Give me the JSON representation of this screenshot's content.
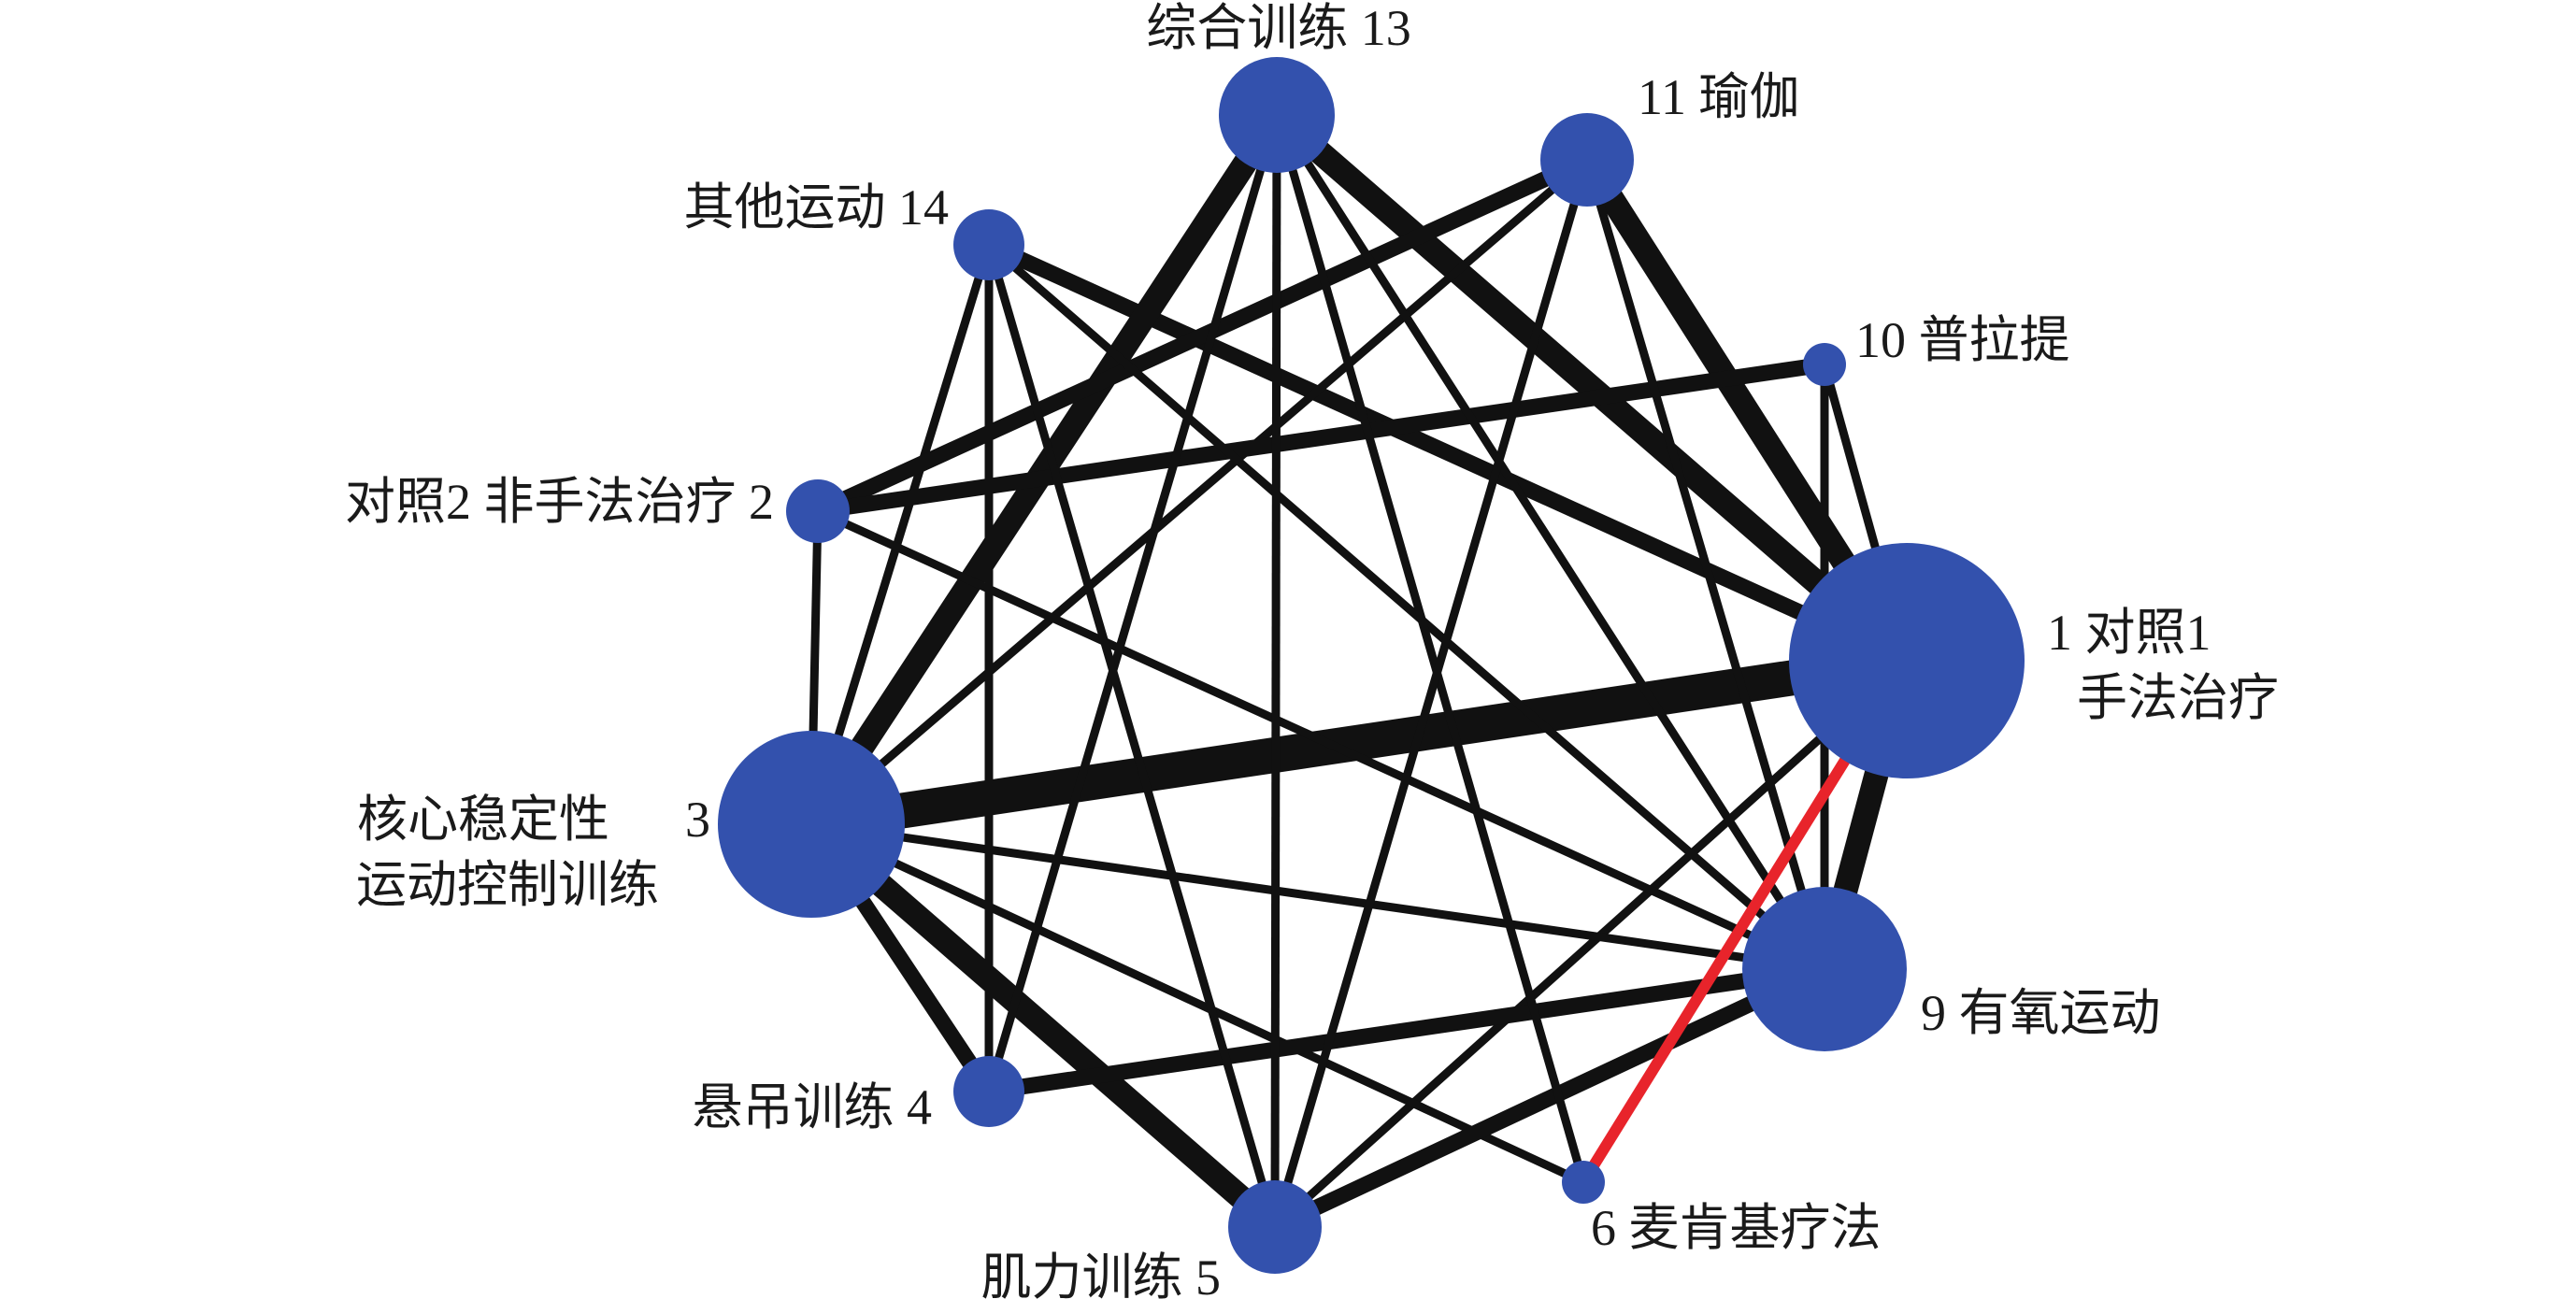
{
  "colors": {
    "node": "#3351ad",
    "edge": "#111111",
    "highlight_edge": "#e8242b",
    "background": "#ffffff"
  },
  "nodes": [
    {
      "id": "1",
      "lines": [
        "1  对照1",
        "手法治疗"
      ]
    },
    {
      "id": "2",
      "lines": [
        "对照2 非手法治疗  2"
      ]
    },
    {
      "id": "3",
      "lines": [
        "核心稳定性",
        "运动控制训练"
      ],
      "number": "3"
    },
    {
      "id": "4",
      "lines": [
        "悬吊训练  4"
      ]
    },
    {
      "id": "5",
      "lines": [
        "肌力训练  5"
      ]
    },
    {
      "id": "6",
      "lines": [
        "6  麦肯基疗法"
      ]
    },
    {
      "id": "9",
      "lines": [
        "9 有氧运动"
      ]
    },
    {
      "id": "10",
      "lines": [
        "10  普拉提"
      ]
    },
    {
      "id": "11",
      "lines": [
        "11 瑜伽"
      ]
    },
    {
      "id": "13",
      "lines": [
        "综合训练 13"
      ]
    },
    {
      "id": "14",
      "lines": [
        "其他运动  14"
      ]
    }
  ],
  "edges": [
    {
      "from": "1",
      "to": "3",
      "weight": "very-thick"
    },
    {
      "from": "1",
      "to": "9",
      "weight": "thick"
    },
    {
      "from": "1",
      "to": "11",
      "weight": "thick"
    },
    {
      "from": "1",
      "to": "13",
      "weight": "thick"
    },
    {
      "from": "1",
      "to": "14",
      "weight": "medium"
    },
    {
      "from": "1",
      "to": "10",
      "weight": "thin"
    },
    {
      "from": "1",
      "to": "5",
      "weight": "thin"
    },
    {
      "from": "1",
      "to": "6",
      "weight": "highlight"
    },
    {
      "from": "3",
      "to": "13",
      "weight": "thick"
    },
    {
      "from": "3",
      "to": "5",
      "weight": "thick"
    },
    {
      "from": "3",
      "to": "4",
      "weight": "medium"
    },
    {
      "from": "3",
      "to": "2",
      "weight": "thin"
    },
    {
      "from": "3",
      "to": "14",
      "weight": "thin"
    },
    {
      "from": "3",
      "to": "9",
      "weight": "thin"
    },
    {
      "from": "3",
      "to": "6",
      "weight": "thin"
    },
    {
      "from": "3",
      "to": "11",
      "weight": "thin"
    },
    {
      "from": "2",
      "to": "11",
      "weight": "medium"
    },
    {
      "from": "2",
      "to": "10",
      "weight": "medium"
    },
    {
      "from": "2",
      "to": "9",
      "weight": "thin"
    },
    {
      "from": "9",
      "to": "5",
      "weight": "medium"
    },
    {
      "from": "9",
      "to": "4",
      "weight": "medium"
    },
    {
      "from": "9",
      "to": "13",
      "weight": "thin"
    },
    {
      "from": "9",
      "to": "14",
      "weight": "thin"
    },
    {
      "from": "9",
      "to": "10",
      "weight": "thin"
    },
    {
      "from": "9",
      "to": "11",
      "weight": "thin"
    },
    {
      "from": "13",
      "to": "5",
      "weight": "thin"
    },
    {
      "from": "13",
      "to": "4",
      "weight": "thin"
    },
    {
      "from": "13",
      "to": "6",
      "weight": "thin"
    },
    {
      "from": "14",
      "to": "4",
      "weight": "thin"
    },
    {
      "from": "14",
      "to": "5",
      "weight": "thin"
    },
    {
      "from": "11",
      "to": "5",
      "weight": "thin"
    }
  ]
}
